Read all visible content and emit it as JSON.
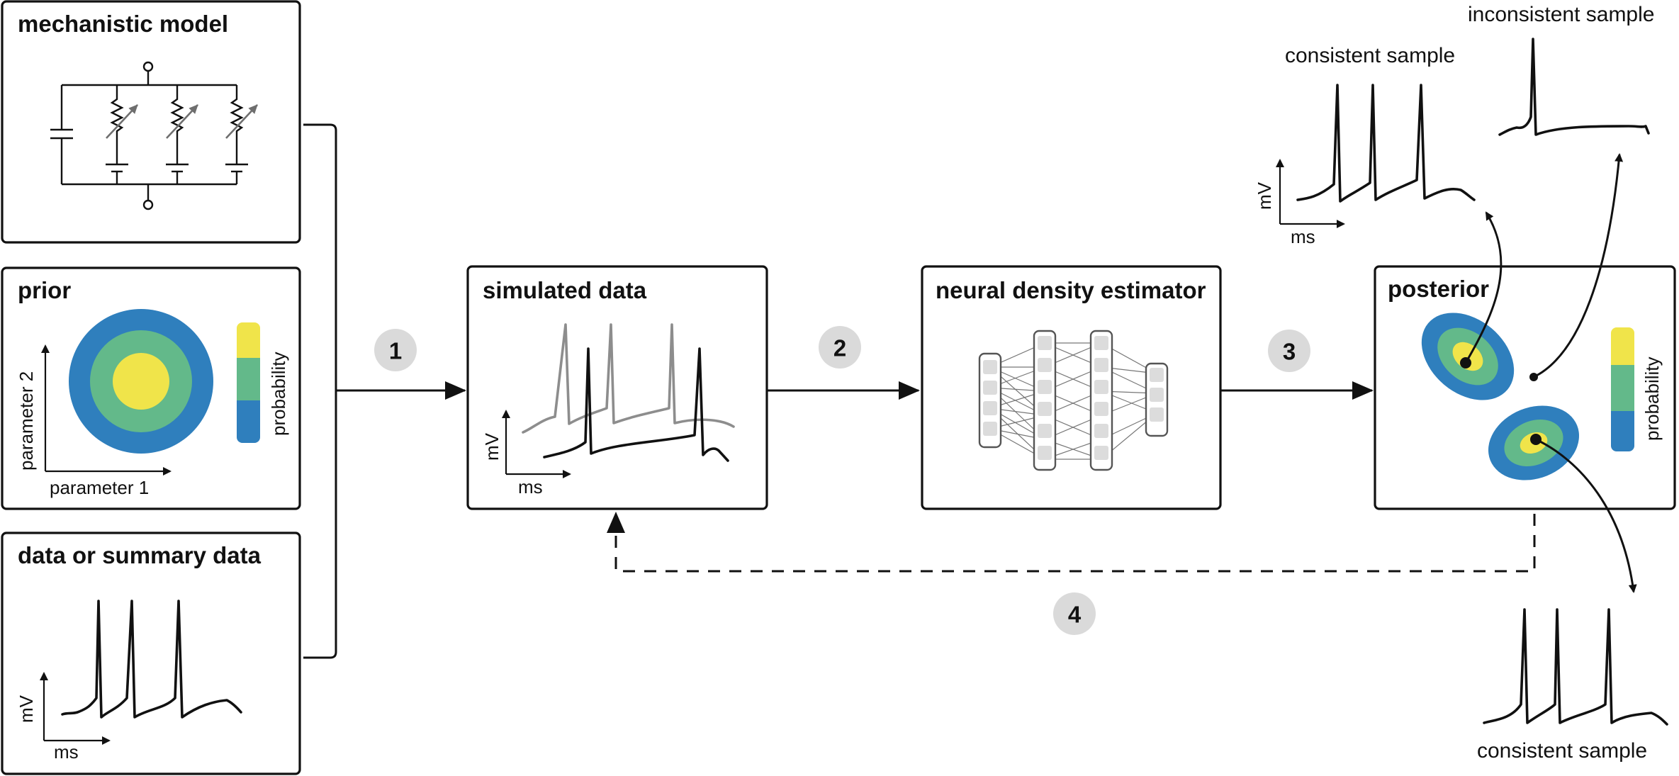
{
  "boxes": {
    "mechanistic_model": {
      "title": "mechanistic model"
    },
    "prior": {
      "title": "prior",
      "x_axis_label": "parameter 1",
      "y_axis_label": "parameter 2",
      "colorbar_label": "probability"
    },
    "data": {
      "title": "data or summary data",
      "x_axis_label": "ms",
      "y_axis_label": "mV"
    },
    "simulated_data": {
      "title": "simulated data",
      "x_axis_label": "ms",
      "y_axis_label": "mV"
    },
    "neural_density_estimator": {
      "title": "neural density estimator"
    },
    "posterior": {
      "title": "posterior",
      "colorbar_label": "probability"
    }
  },
  "steps": [
    "1",
    "2",
    "3",
    "4"
  ],
  "samples": {
    "consistent_top": {
      "label": "consistent sample",
      "x_axis_label": "ms",
      "y_axis_label": "mV"
    },
    "inconsistent": {
      "label": "inconsistent sample"
    },
    "consistent_bottom": {
      "label": "consistent sample"
    }
  },
  "colors": {
    "yellow": "#f0e44a",
    "green": "#63b98a",
    "blue": "#2f7fbd",
    "gray_trace": "#8d8d8d",
    "step_circle": "#dadada"
  },
  "icons": [
    "circuit-icon",
    "neural-network-icon",
    "arrow-icon"
  ]
}
